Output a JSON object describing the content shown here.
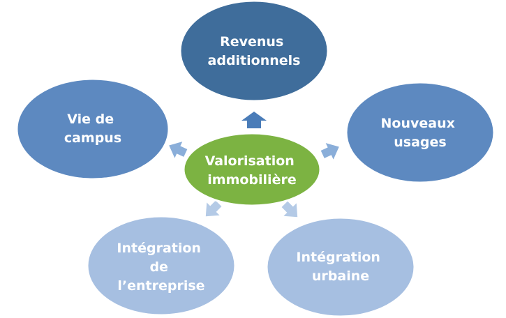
{
  "diagram": {
    "center": {
      "lines": [
        "Valorisation",
        "immobilière"
      ],
      "color": "#7CB342"
    },
    "nodes": {
      "revenus": {
        "lines": [
          "Revenus",
          "additionnels"
        ],
        "color": "#3F6D9B"
      },
      "nouveaux_usages": {
        "lines": [
          "Nouveaux",
          "usages"
        ],
        "color": "#5D89C0"
      },
      "vie_de_campus": {
        "lines": [
          "Vie de",
          "campus"
        ],
        "color": "#5D89C0"
      },
      "integration_entreprise": {
        "lines": [
          "Intégration",
          "de",
          "l’entreprise"
        ],
        "color": "#A6BFE1"
      },
      "integration_urbaine": {
        "lines": [
          "Intégration",
          "urbaine"
        ],
        "color": "#A6BFE1"
      }
    },
    "arrows": {
      "dark": "#4A7CB8",
      "medium": "#8AAED9",
      "light": "#B4CAE6"
    },
    "border_color": "#ffffff"
  }
}
